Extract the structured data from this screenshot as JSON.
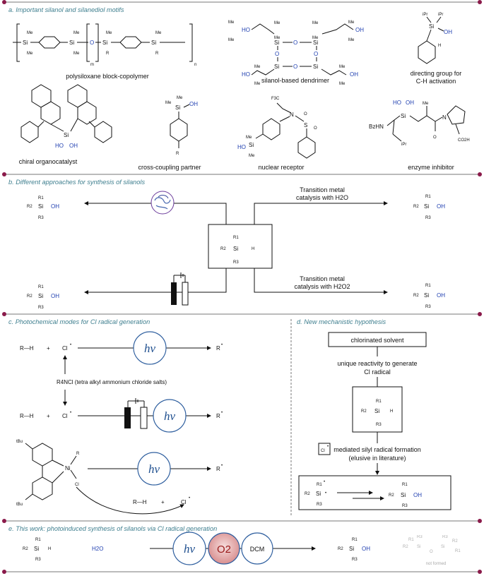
{
  "sections": {
    "a": "a. Important silanol and silanediol motifs",
    "b": "b. Different approaches for synthesis of silanols",
    "c": "c. Photochemical modes for Cl radical generation",
    "d": "d. New mechanistic hypothesis",
    "e": "e. This work: photoinduced synthesis of silanols via Cl radical generation"
  },
  "captions_a": {
    "polysiloxane": "polysiloxane block-copolymer",
    "dendrimer": "silanol-based dendrimer",
    "directing1": "directing group for",
    "directing2": "C-H activation",
    "chiral": "chiral organocatalyst",
    "coupling": "cross-coupling partner",
    "nuclear": "nuclear receptor",
    "enzyme": "enzyme inhibitor"
  },
  "chem": {
    "me": "Me",
    "si": "Si",
    "oh": "OH",
    "ho": "HO",
    "o": "O",
    "r": "R",
    "h": "H",
    "m": "m",
    "n": "n",
    "ipr": "iPr",
    "f3c": "F3C",
    "n_atom": "N",
    "s": "S",
    "bzhn": "BzHN",
    "co2h": "CO2H",
    "cl": "Cl",
    "ni": "Ni",
    "tbu": "tBu",
    "r1": "R1",
    "r2": "R2",
    "r3": "R3",
    "dot": "•"
  },
  "section_b": {
    "tm_water1": "Transition metal",
    "tm_water2": "catalysis with H2O",
    "tm_perox1": "Transition metal",
    "tm_perox2": "catalysis with H2O2"
  },
  "section_c": {
    "rh": "R—H",
    "plus": "+",
    "salt": "R4NCl (tetra alkyl ammonium chloride salts)",
    "hv": "hν"
  },
  "section_d": {
    "solvent": "chlorinated solvent",
    "unique1": "unique reactivity to generate",
    "unique2": "Cl radical",
    "mediated1": "mediated silyl radical formation",
    "mediated2": "(elusive in literature)"
  },
  "section_e": {
    "water": "H2O",
    "o2": "O2",
    "dcm": "DCM",
    "not_formed": "not formed"
  },
  "colors": {
    "section_title": "#3f7f8f",
    "heteroatom_blue": "#1f3fb0",
    "photon_circle": "#2f5f9f",
    "oxygen_fill": "#e8b4b4",
    "chiral_ring": "#a33a2a",
    "divider": "#8a1a4a"
  }
}
